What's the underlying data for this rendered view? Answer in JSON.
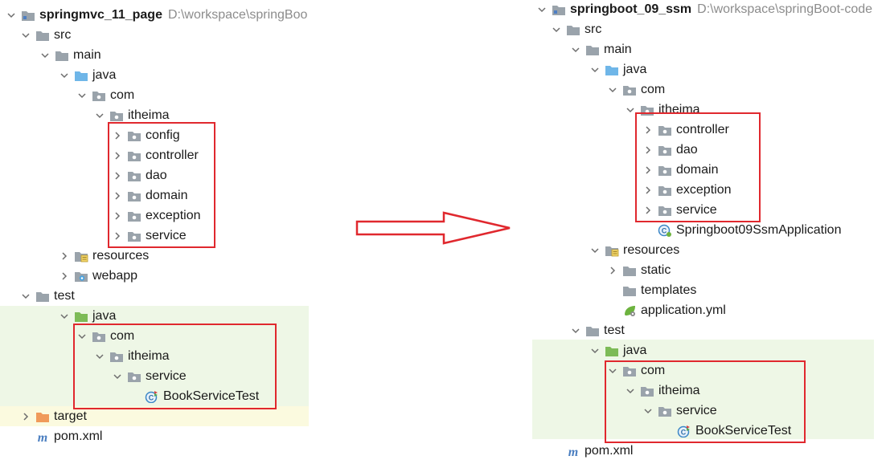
{
  "colors": {
    "red_box": "#e0282e",
    "test_highlight": "#eef7e6",
    "excluded_highlight": "#fbfadf",
    "folder_grey": "#9aa3ab",
    "folder_blue": "#6fb6e8",
    "folder_green": "#7dbb57",
    "folder_orange": "#f09a5a"
  },
  "left": {
    "rows": [
      {
        "name": "springmvc_11_page",
        "path": "D:\\workspace\\springBoo",
        "chev": "down",
        "icon": "module-folder-icon",
        "bold": true
      },
      {
        "name": "src",
        "chev": "down",
        "icon": "folder-icon"
      },
      {
        "name": "main",
        "chev": "down",
        "icon": "folder-icon"
      },
      {
        "name": "java",
        "chev": "down",
        "icon": "source-folder-icon"
      },
      {
        "name": "com",
        "chev": "down",
        "icon": "package-icon"
      },
      {
        "name": "itheima",
        "chev": "down",
        "icon": "package-icon"
      },
      {
        "name": "config",
        "chev": "right",
        "icon": "package-icon"
      },
      {
        "name": "controller",
        "chev": "right",
        "icon": "package-icon"
      },
      {
        "name": "dao",
        "chev": "right",
        "icon": "package-icon"
      },
      {
        "name": "domain",
        "chev": "right",
        "icon": "package-icon"
      },
      {
        "name": "exception",
        "chev": "right",
        "icon": "package-icon"
      },
      {
        "name": "service",
        "chev": "right",
        "icon": "package-icon"
      },
      {
        "name": "resources",
        "chev": "right",
        "icon": "resources-folder-icon"
      },
      {
        "name": "webapp",
        "chev": "right",
        "icon": "web-folder-icon"
      },
      {
        "name": "test",
        "chev": "down",
        "icon": "folder-icon"
      },
      {
        "name": "java",
        "chev": "down",
        "icon": "test-source-folder-icon"
      },
      {
        "name": "com",
        "chev": "down",
        "icon": "package-icon"
      },
      {
        "name": "itheima",
        "chev": "down",
        "icon": "package-icon"
      },
      {
        "name": "service",
        "chev": "down",
        "icon": "package-icon"
      },
      {
        "name": "BookServiceTest",
        "chev": "none",
        "icon": "test-class-icon"
      },
      {
        "name": "target",
        "chev": "right",
        "icon": "excluded-folder-icon"
      },
      {
        "name": "pom.xml",
        "chev": "none",
        "icon": "maven-icon"
      }
    ]
  },
  "right": {
    "rows": [
      {
        "name": "springboot_09_ssm",
        "path": "D:\\workspace\\springBoot-code",
        "chev": "down",
        "icon": "module-folder-icon",
        "bold": true
      },
      {
        "name": "src",
        "chev": "down",
        "icon": "folder-icon"
      },
      {
        "name": "main",
        "chev": "down",
        "icon": "folder-icon"
      },
      {
        "name": "java",
        "chev": "down",
        "icon": "source-folder-icon"
      },
      {
        "name": "com",
        "chev": "down",
        "icon": "package-icon"
      },
      {
        "name": "itheima",
        "chev": "down",
        "icon": "package-icon"
      },
      {
        "name": "controller",
        "chev": "right",
        "icon": "package-icon"
      },
      {
        "name": "dao",
        "chev": "right",
        "icon": "package-icon"
      },
      {
        "name": "domain",
        "chev": "right",
        "icon": "package-icon"
      },
      {
        "name": "exception",
        "chev": "right",
        "icon": "package-icon"
      },
      {
        "name": "service",
        "chev": "right",
        "icon": "package-icon"
      },
      {
        "name": "Springboot09SsmApplication",
        "chev": "none",
        "icon": "spring-boot-class-icon"
      },
      {
        "name": "resources",
        "chev": "down",
        "icon": "resources-folder-icon"
      },
      {
        "name": "static",
        "chev": "right",
        "icon": "folder-icon"
      },
      {
        "name": "templates",
        "chev": "none",
        "icon": "folder-icon"
      },
      {
        "name": "application.yml",
        "chev": "none",
        "icon": "spring-config-icon"
      },
      {
        "name": "test",
        "chev": "down",
        "icon": "folder-icon"
      },
      {
        "name": "java",
        "chev": "down",
        "icon": "test-source-folder-icon"
      },
      {
        "name": "com",
        "chev": "down",
        "icon": "package-icon"
      },
      {
        "name": "itheima",
        "chev": "down",
        "icon": "package-icon"
      },
      {
        "name": "service",
        "chev": "down",
        "icon": "package-icon"
      },
      {
        "name": "BookServiceTest",
        "chev": "none",
        "icon": "test-class-icon"
      },
      {
        "name": "pom.xml",
        "chev": "none",
        "icon": "maven-icon"
      }
    ]
  },
  "arrow_icon": "right-arrow-icon"
}
